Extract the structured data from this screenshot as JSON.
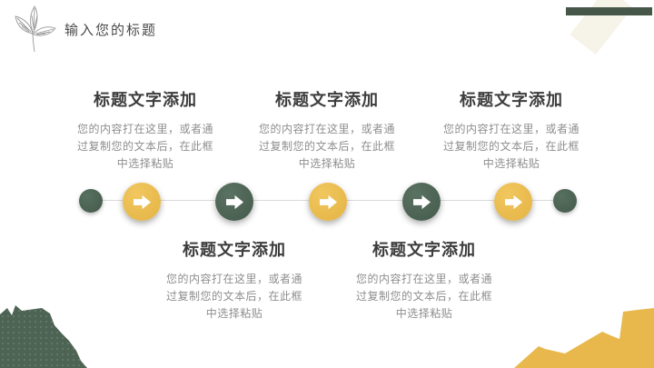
{
  "header": {
    "title": "输入您的标题",
    "icon": "leaf-sketch-icon"
  },
  "blocks": [
    {
      "row": "top",
      "title": "标题文字添加",
      "body_lines": [
        "您的内容打在这里，或者通",
        "过复制您的文本后，在此框",
        "中选择粘贴"
      ]
    },
    {
      "row": "top",
      "title": "标题文字添加",
      "body_lines": [
        "您的内容打在这里，或者通",
        "过复制您的文本后，在此框",
        "中选择粘贴"
      ]
    },
    {
      "row": "top",
      "title": "标题文字添加",
      "body_lines": [
        "您的内容打在这里，或者通",
        "过复制您的文本后，在此框",
        "中选择粘贴"
      ]
    },
    {
      "row": "bottom",
      "title": "标题文字添加",
      "body_lines": [
        "您的内容打在这里，或者通",
        "过复制您的文本后，在此框",
        "中选择粘贴"
      ]
    },
    {
      "row": "bottom",
      "title": "标题文字添加",
      "body_lines": [
        "您的内容打在这里，或者通",
        "过复制您的文本后，在此框",
        "中选择粘贴"
      ]
    }
  ],
  "timeline": {
    "nodes": [
      {
        "type": "dot",
        "color": "green"
      },
      {
        "type": "arrow-circle",
        "color": "yellow",
        "icon": "arrow-right-icon"
      },
      {
        "type": "arrow-circle",
        "color": "green",
        "icon": "arrow-right-icon"
      },
      {
        "type": "arrow-circle",
        "color": "yellow",
        "icon": "arrow-right-icon"
      },
      {
        "type": "arrow-circle",
        "color": "green",
        "icon": "arrow-right-icon"
      },
      {
        "type": "arrow-circle",
        "color": "yellow",
        "icon": "arrow-right-icon"
      },
      {
        "type": "dot",
        "color": "green"
      }
    ]
  },
  "colors": {
    "green": "#4b6253",
    "yellow": "#e9bb4f",
    "green_bar": "#46574a",
    "cream_ribbon": "#f5f1e5",
    "connector_line": "#d9d9d9",
    "title_text": "#3d3d3d",
    "body_text": "#8e8e8e",
    "header_text": "#4a4a4a"
  }
}
